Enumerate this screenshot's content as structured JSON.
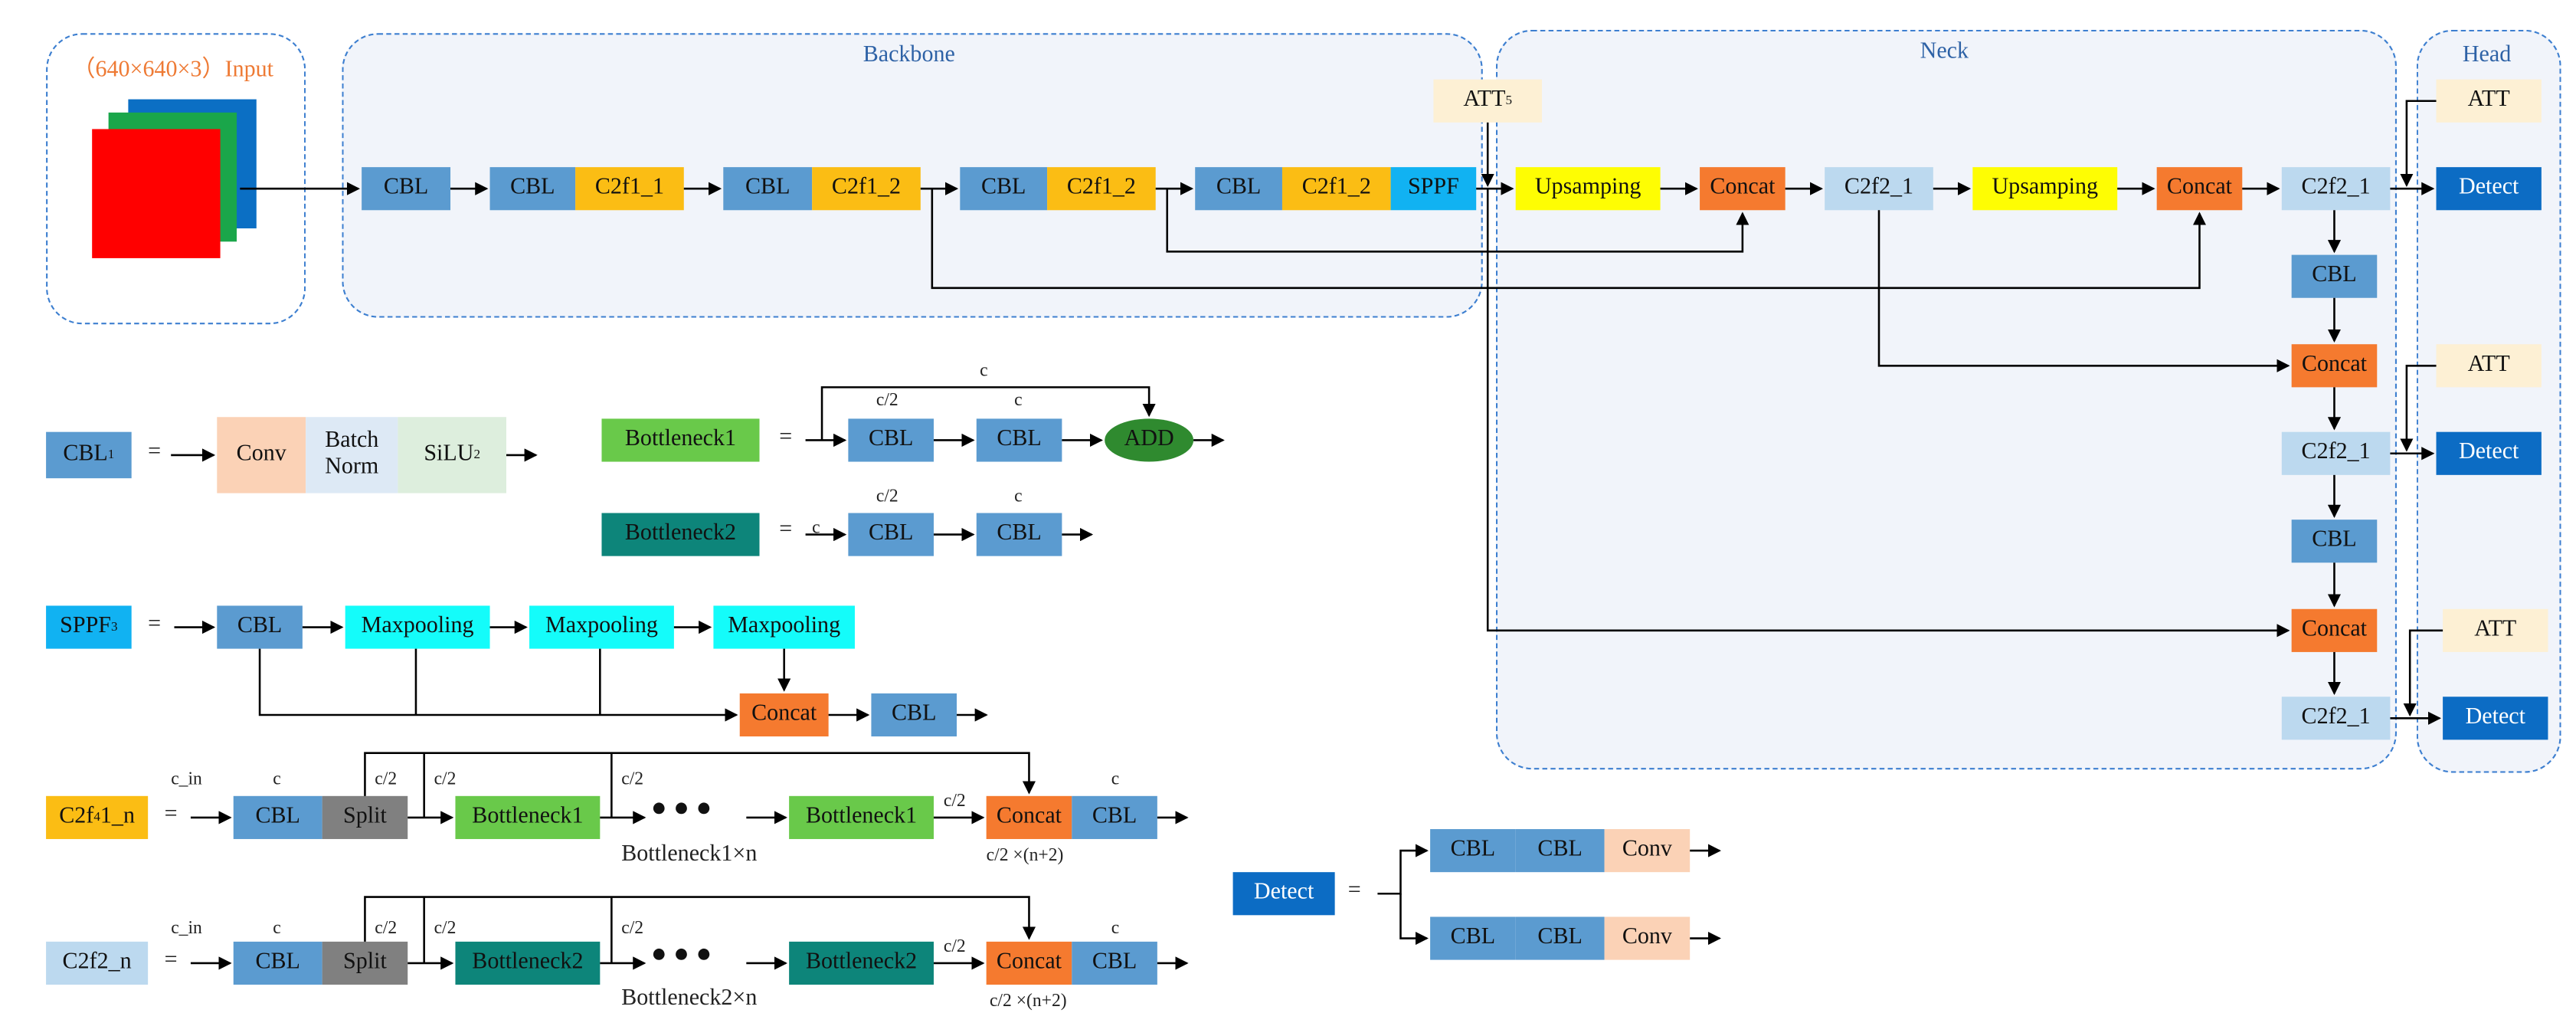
{
  "input": {
    "label": "（640×640×3）Input"
  },
  "regions": {
    "backbone": "Backbone",
    "neck": "Neck",
    "head": "Head"
  },
  "modules": {
    "cbl": "CBL",
    "c2f1_1": "C2f1_1",
    "c2f1_2": "C2f1_2",
    "sppf": "SPPF",
    "att": "ATT",
    "upsampling": "Upsamping",
    "concat": "Concat",
    "c2f2_1": "C2f2_1",
    "detect": "Detect",
    "conv": "Conv",
    "batchnorm": "Batch Norm",
    "silu": "SiLU",
    "maxpooling": "Maxpooling",
    "bottleneck1": "Bottleneck1",
    "bottleneck2": "Bottleneck2",
    "split": "Split",
    "c2f2_n": "C2f2_n",
    "c2f_prefix": "C2f",
    "c2f_suffix": "1_n"
  },
  "superscripts": {
    "cbl": "1",
    "silu": "2",
    "sppf": "3",
    "c2f": "4",
    "att": "5"
  },
  "labels": {
    "equals": "=",
    "c": "c",
    "c_half": "c/2",
    "c_in": "c_in",
    "dots": "●●●",
    "bottleneck1_xn": "Bottleneck1×n",
    "bottleneck2_xn": "Bottleneck2×n",
    "concat_channels": "c/2 ×(n+2)"
  },
  "add": "ADD",
  "colors": {
    "cbl": "#5b9bd0",
    "c2f1": "#fbbd14",
    "sppf": "#11b2f2",
    "upsampling": "#fefd03",
    "concat": "#f57a2f",
    "c2f2": "#bcd9ef",
    "detect": "#0c6cc4",
    "att": "#fdf0d4",
    "conv": "#fbd2b6",
    "batchnorm": "#dde9f5",
    "silu": "#ddeedd",
    "bottleneck1": "#69c94a",
    "bottleneck2": "#0d857a",
    "split": "#808080",
    "maxpooling": "#14fcfa",
    "add": "#2f8a2f",
    "region_border": "#3d7fd0",
    "input_red": "#ff0000",
    "input_green": "#1aa64a",
    "input_blue": "#0b6fc4"
  }
}
